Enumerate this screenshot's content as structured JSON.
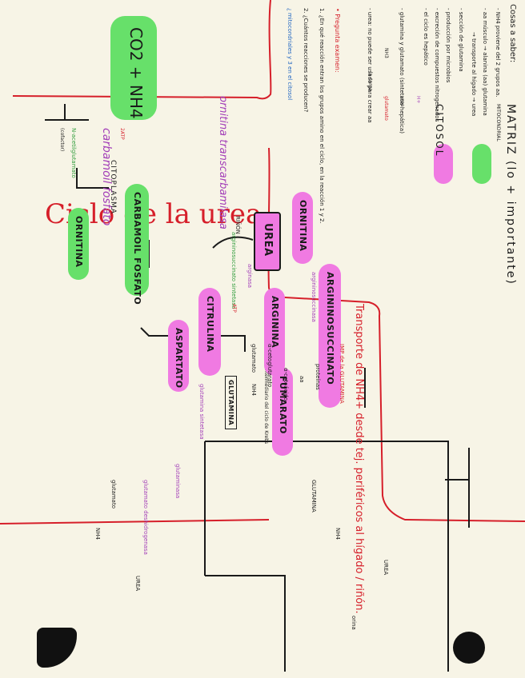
{
  "left_notes": {
    "heading": "Cosas a saber:",
    "bullets": [
      "- NH4 proviene del 2 grupos aa.",
      "- aa músculo → alanina (aa) glutamina",
      "→ transporte al hígado → urea",
      "- sección de glutamina",
      "- producción por microbios",
      "- excreción de compuestos nitrogenados",
      "- el ciclo es hepático",
      "- glutamina y glutamato (sintetasa hepática)",
      "- urea: no puede ser usado para crear aa"
    ],
    "extra_labels": [
      "H+",
      "urea",
      "NH3",
      "glutamato",
      "la carga"
    ],
    "questions_heading": "• Pregunta examen:",
    "questions": [
      "1. ¿En qué reacción entran los grupos amino en el ciclo, en la reacción 1 y 2.",
      "2. ¿Cuántos reacciones se producen?",
      "¿ mitocondriales y 3 en el citosol"
    ]
  },
  "title": "Ciclo de la urea.",
  "legend": {
    "matrix_label": "MATRIZ (lo + importante)",
    "matrix_sub": "MITOCONDRIAL",
    "cytosol_label": "CITOSOL",
    "matrix_color": "#67e06a",
    "cytosol_color": "#f07ae2"
  },
  "cycle": {
    "co2_nh4": "CO2 + NH4",
    "atp1": "2ATP",
    "cofactor": "N-acetilglutamato",
    "cofactor_note": "(cofactor)",
    "enzyme1": "carbamoil fosfato",
    "carbamoil": "CARBAMOIL FOSFATO",
    "enzyme2": "ornitina transcarbamilasa",
    "ornitina_left": "ORNITINA",
    "citrulina": "CITRULINA",
    "citoplasma": "CITOPLASMA",
    "enzyme3": "argininosuccinato sintetasa",
    "atp2": "ATP",
    "aspartato": "ASPARTATO",
    "argininosuccinato": "ARGININOSUCCINATO",
    "enzyme4": "argininosuccinasa",
    "fumarato": "FUMARATO",
    "fumarato_note": "intermediario del ciclo de Krebs",
    "arginina": "ARGININA",
    "enzyme5": "arginasa",
    "ornitina_right": "ORNITINA",
    "urea": "UREA",
    "rinon": "RIÑÓN"
  },
  "transport": {
    "title": "Transporte de NH4+ desde tej. periféricos al hígado / riñón.",
    "subtitle": "IMP de la GLUTAMINA",
    "proteinas": "proteínas",
    "aa": "aa",
    "alpha_ceto": "α-cetoácido",
    "alpha_ceto2": "α-cetoglutarato",
    "glutamato": "glutamato",
    "nh4": "NH4",
    "glutamina": "GLUTAMINA",
    "glutamina_sint": "glutamina sintetasa",
    "glutaminasa": "glutaminasa",
    "glut_deshidrogenasa": "glutamato deshidrogenasa",
    "urea": "UREA",
    "orina": "orina"
  }
}
